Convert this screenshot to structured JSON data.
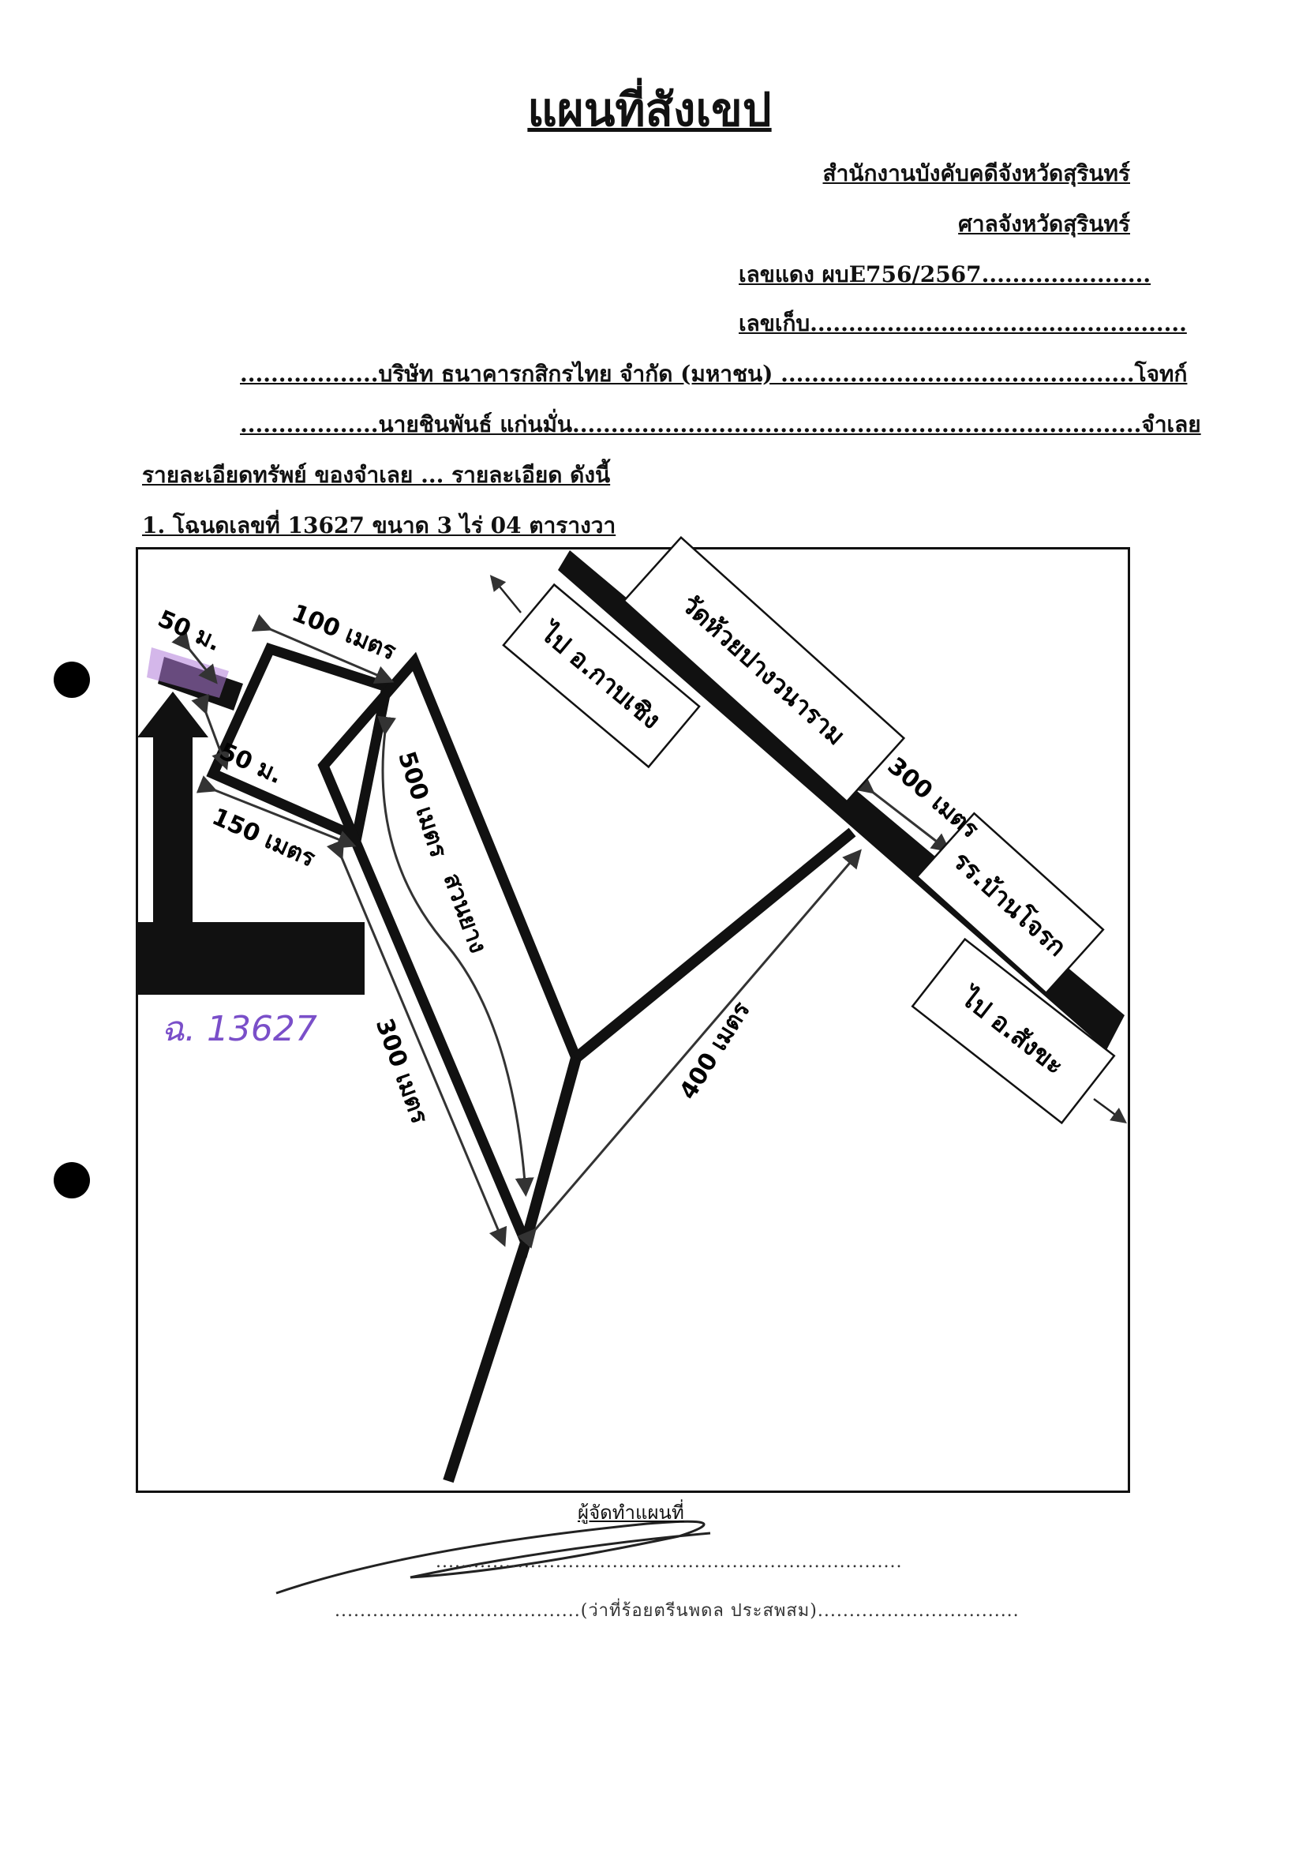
{
  "header": {
    "title": "แผนที่สังเขป",
    "office": "สำนักงานบังคับคดีจังหวัดสุรินทร์",
    "court": "ศาลจังหวัดสุรินทร์",
    "red_case_no": "เลขแดง ผบE756/2567......................",
    "storage_no": "เลขเก็บ.................................................",
    "plaintiff_line": "..................บริษัท ธนาคารกสิกรไทย จำกัด (มหาชน) ..............................................โจทก์",
    "defendant_line": "..................นายชินพันธ์ แก่นมั่น..........................................................................จำเลย"
  },
  "details": {
    "heading": "รายละเอียดทรัพย์ ของจำเลย ... รายละเอียด ดังนี้",
    "parcel": "1. โฉนดเลขที่ 13627  ขนาด 3 ไร่ 04 ตารางวา"
  },
  "map": {
    "labels": {
      "to_kap_choeng": "ไป อ.กาบเชิง",
      "wat": "วัดห้วยปางวนาราม",
      "school": "รร.บ้านโจรก",
      "to_sangkha": "ไป อ.สังขะ",
      "rubber": "สวนยาง",
      "parcel_mark": "ฉ. 13627"
    },
    "distances": {
      "d50_top": "50 ม.",
      "d100": "100 เมตร",
      "d50_side": "50 ม.",
      "d150": "150 เมตร",
      "d500": "500 เมตร",
      "d300_left": "300 เมตร",
      "d300_top": "300 เมตร",
      "d400": "400 เมตร"
    },
    "colors": {
      "road": "#111111",
      "highlight": "#b07cd8",
      "parcel_ink": "#7a4fc9"
    }
  },
  "signature": {
    "label": "ผู้จัดทำแผนที่",
    "dots_top": "..........................................................................",
    "name_line": ".......................................(ว่าที่ร้อยตรีนพดล ประสพสม)................................"
  }
}
